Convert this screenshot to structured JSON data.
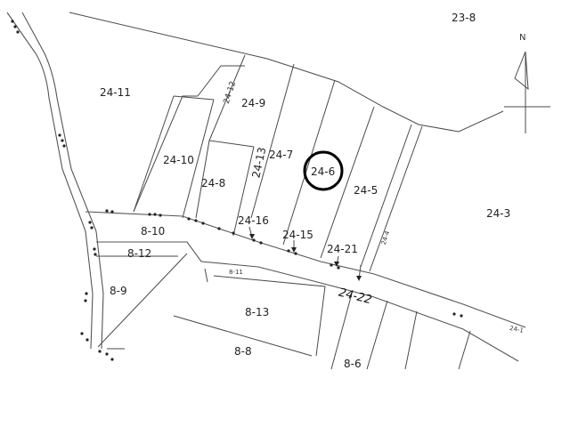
{
  "compass": {
    "north_label": "N"
  },
  "parcels": {
    "p23_8": "23-8",
    "p24_11": "24-11",
    "p24_12": "24-12",
    "p24_9": "24-9",
    "p24_10": "24-10",
    "p24_7": "24-7",
    "p24_13": "24-13",
    "p24_8": "24-8",
    "p24_6": "24-6",
    "p24_5": "24-5",
    "p24_3": "24-3",
    "p24_16": "24-16",
    "p24_15": "24-15",
    "p24_21": "24-21",
    "p24_4": "24-4",
    "p8_10": "8-10",
    "p8_12": "8-12",
    "p8_9": "8-9",
    "p8_11": "8-11",
    "p8_13": "8-13",
    "p8_8": "8-8",
    "p8_6": "8-6",
    "p24_22": "24-22",
    "p24_edge": "24-1"
  },
  "highlight": {
    "target_parcel": "24-6",
    "stroke_color": "#000000"
  }
}
